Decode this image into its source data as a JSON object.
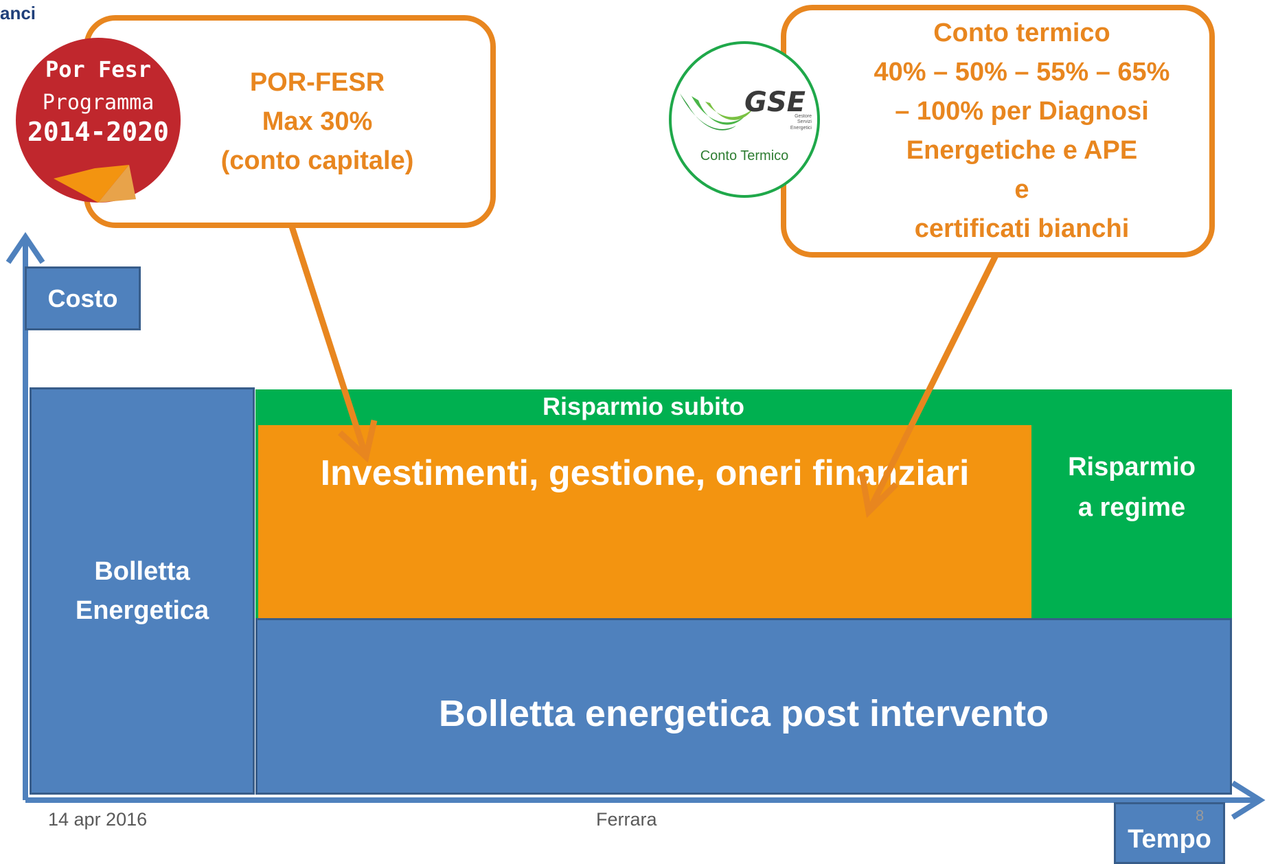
{
  "header": {
    "logo_partial": "anci"
  },
  "axes": {
    "y_label": "Costo",
    "x_label": "Tempo"
  },
  "blocks": {
    "bolletta": "Bolletta\nEnergetica",
    "risparmio_subito": "Risparmio subito",
    "investimenti": "Investimenti, gestione, oneri finanziari",
    "risparmio_regime": "Risparmio\na regime",
    "bolletta_post": "Bolletta energetica post intervento"
  },
  "callouts": {
    "left": "POR-FESR\nMax 30%\n(conto capitale)",
    "right": "Conto termico\n40% – 50% – 55% – 65%\n– 100% per Diagnosi\nEnergetiche e APE\ne\ncertificati bianchi"
  },
  "logos": {
    "porfesr": {
      "line1": "Por Fesr",
      "line2": "Programma",
      "line3": "2014-2020"
    },
    "gse": {
      "name": "GSE",
      "small": "Gestore\nServizi\nEnergetici",
      "caption": "Conto Termico"
    }
  },
  "footer": {
    "date": "14 apr 2016",
    "place": "Ferrara",
    "page": "8"
  },
  "colors": {
    "blue": "#4f81bd",
    "green": "#00b050",
    "orange": "#f39410",
    "callout_border": "#e8861f"
  }
}
